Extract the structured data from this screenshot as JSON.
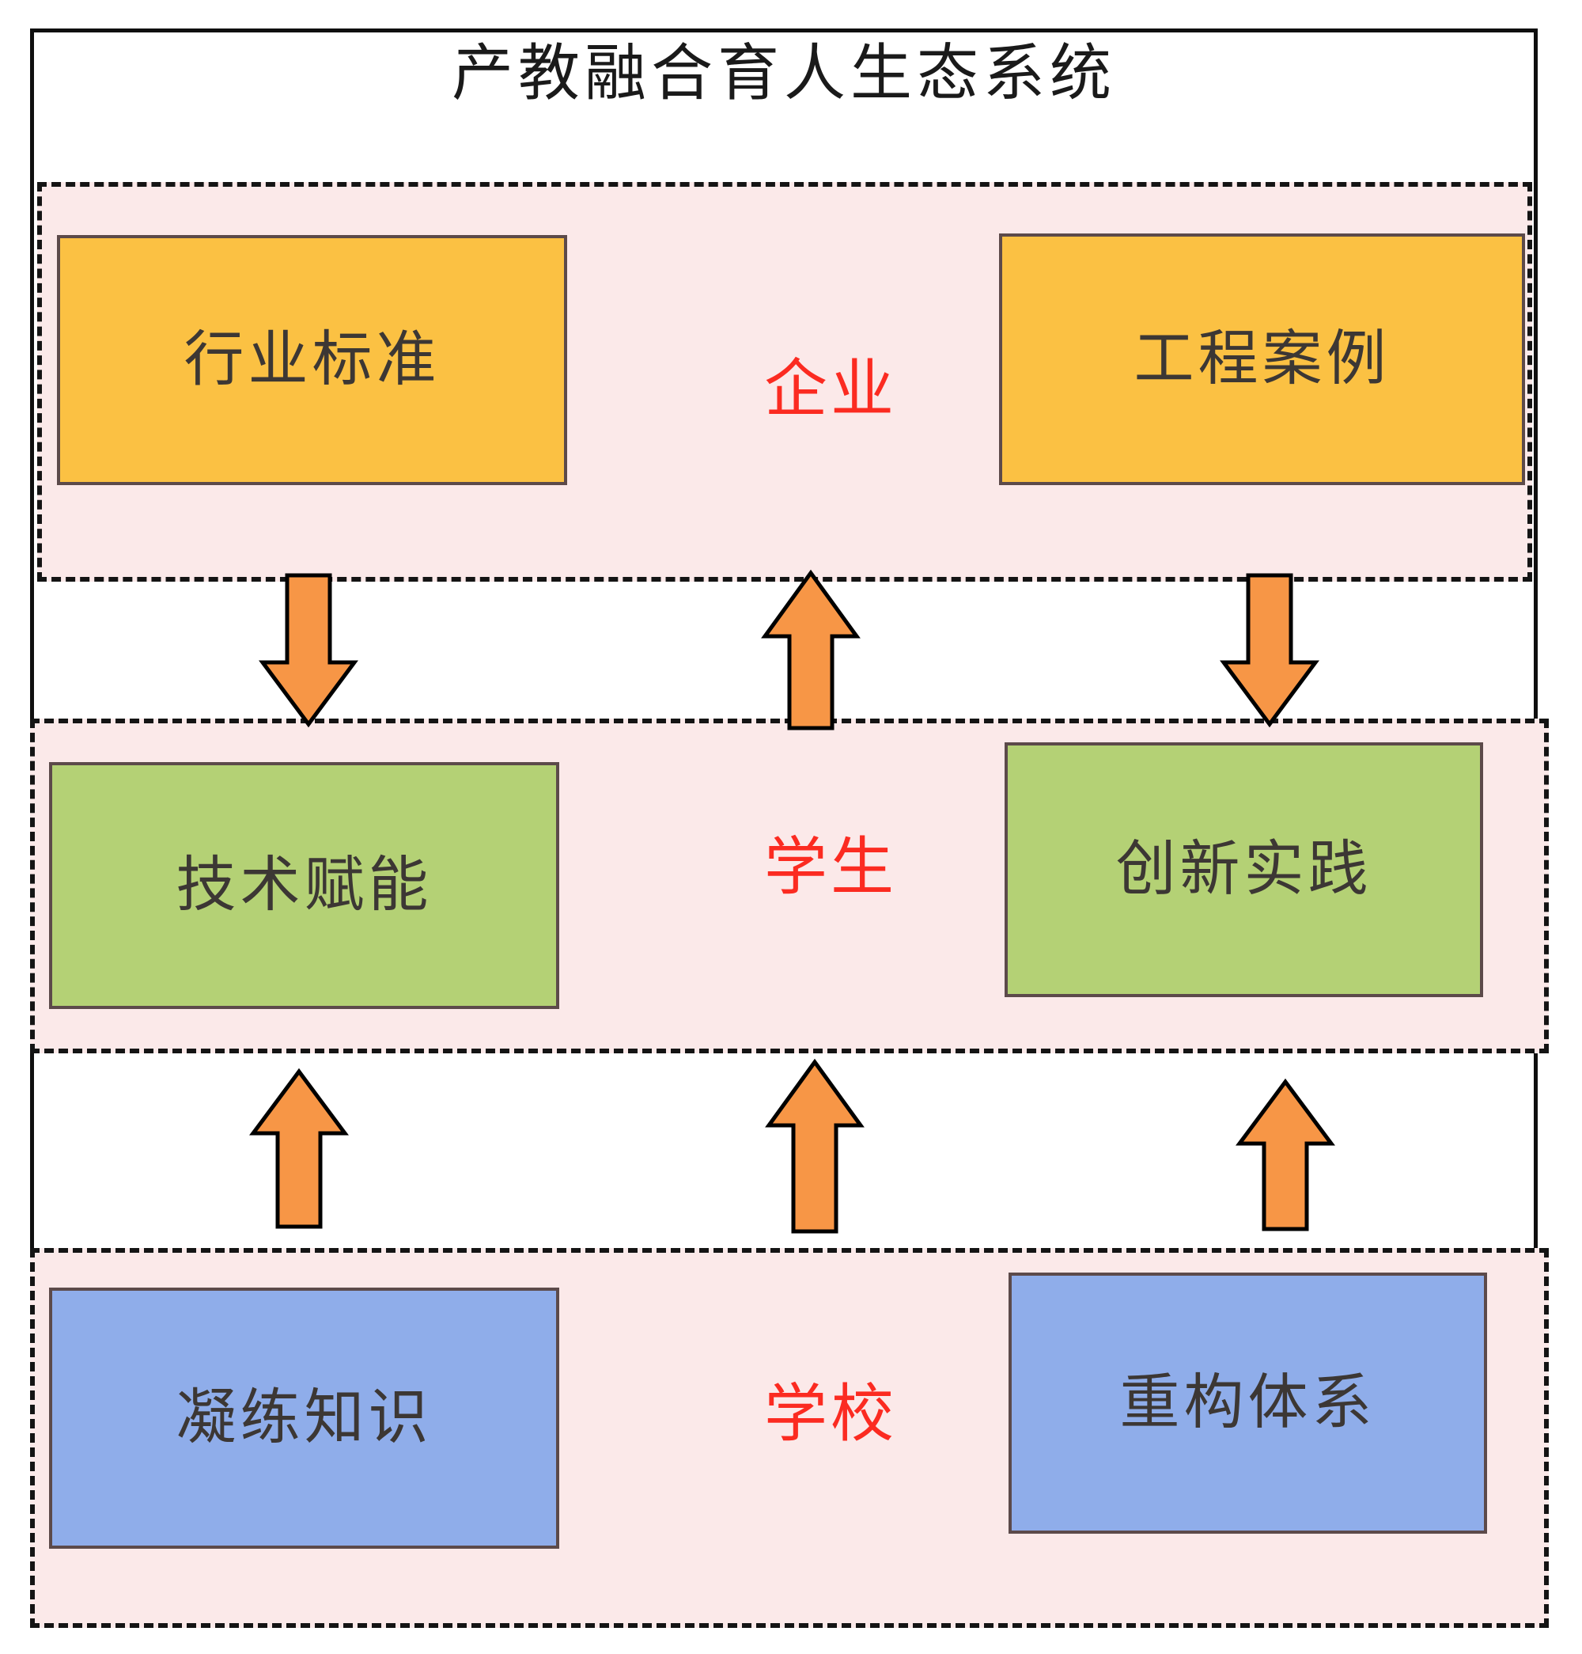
{
  "diagram": {
    "title": "产教融合育人生态系统",
    "colors": {
      "zone_fill": "#fbe9e9",
      "zone_border": "#141414",
      "zone_label": "#fb2b21",
      "yellow_box": "#fbc143",
      "green_box": "#b4d175",
      "blue_box": "#8fadea",
      "arrow_fill": "#f79646",
      "arrow_stroke": "#000000",
      "frame": "#0f0f0f",
      "box_text": "#3c3734"
    },
    "zones": [
      {
        "id": "enterprise",
        "label": "企业",
        "boxes": [
          {
            "id": "industry-standard",
            "label": "行业标准",
            "color": "yellow"
          },
          {
            "id": "engineering-case",
            "label": "工程案例",
            "color": "yellow"
          }
        ]
      },
      {
        "id": "student",
        "label": "学生",
        "boxes": [
          {
            "id": "tech-empower",
            "label": "技术赋能",
            "color": "green"
          },
          {
            "id": "innovation-practice",
            "label": "创新实践",
            "color": "green"
          }
        ]
      },
      {
        "id": "school",
        "label": "学校",
        "boxes": [
          {
            "id": "distill-knowledge",
            "label": "凝练知识",
            "color": "blue"
          },
          {
            "id": "rebuild-system",
            "label": "重构体系",
            "color": "blue"
          }
        ]
      }
    ],
    "arrows": [
      {
        "id": "enterprise-to-student-left",
        "direction": "down",
        "from": "enterprise",
        "to": "student"
      },
      {
        "id": "student-to-enterprise-center",
        "direction": "up",
        "from": "student",
        "to": "enterprise"
      },
      {
        "id": "enterprise-to-student-right",
        "direction": "down",
        "from": "enterprise",
        "to": "student"
      },
      {
        "id": "school-to-student-left",
        "direction": "up",
        "from": "school",
        "to": "student"
      },
      {
        "id": "school-to-student-center",
        "direction": "up",
        "from": "school",
        "to": "student"
      },
      {
        "id": "school-to-student-right",
        "direction": "up",
        "from": "school",
        "to": "student"
      }
    ]
  }
}
